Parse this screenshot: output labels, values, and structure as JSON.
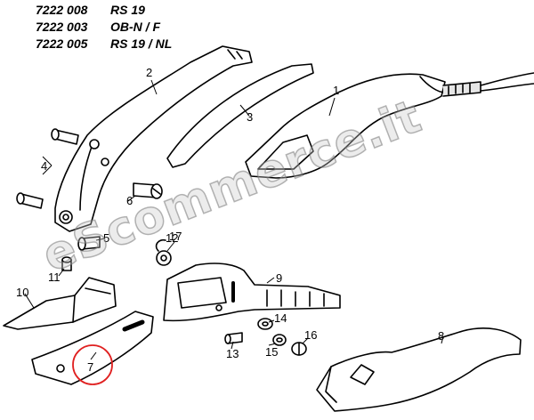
{
  "header": {
    "lines": [
      {
        "code": "7222 008",
        "model": "RS 19"
      },
      {
        "code": "7222 003",
        "model": "OB-N / F"
      },
      {
        "code": "7222 005",
        "model": "RS 19 / NL"
      }
    ]
  },
  "watermark": "eScommerce.it",
  "parts": {
    "p1": "1",
    "p2": "2",
    "p3": "3",
    "p4": "4",
    "p5": "5",
    "p6": "6",
    "p7": "7",
    "p8": "8",
    "p9": "9",
    "p10": "10",
    "p11": "11",
    "p12": "12",
    "p13": "13",
    "p14": "14",
    "p15": "15",
    "p16": "16",
    "p17": "17"
  },
  "highlight": {
    "part": "7",
    "color": "#e02020"
  }
}
